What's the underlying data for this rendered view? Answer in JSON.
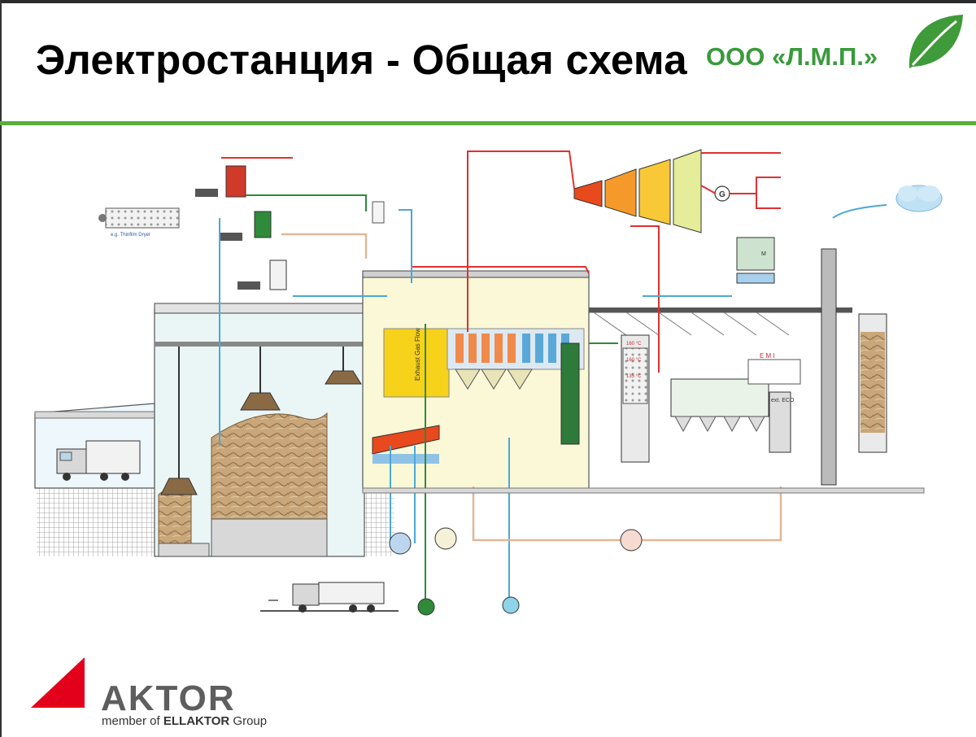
{
  "slide": {
    "title": "Электростанция - Общая схема",
    "company": "ООО «Л.М.П.»"
  },
  "diagram": {
    "dryer_label": "e.g. Thinfilm Dryer",
    "gas_flow_label": "Exhaust Gas Flow",
    "generator_label": "G",
    "filter_label": "M",
    "emi_label": "E M I",
    "eco_label": "ext. ECO",
    "temp_labels": [
      "160 °C",
      "160 °C",
      "135 °C"
    ]
  },
  "footer": {
    "brand": "AKTOR",
    "tagline_prefix": "member of ",
    "tagline_group": "ELLAKTOR",
    "tagline_suffix": " Group"
  },
  "colors": {
    "accent_green": "#5cad3c",
    "company_green": "#3a9a3c",
    "brand_red": "#e3001b",
    "steam_red": "#e03030",
    "water_green": "#2f8a3a",
    "water_blue": "#4aa8d8"
  }
}
